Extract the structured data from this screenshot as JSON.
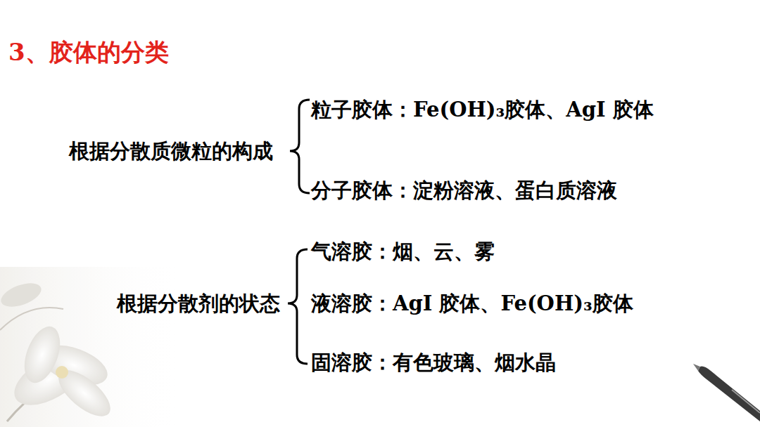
{
  "diagram": {
    "title": "3、胶体的分类",
    "labels": [
      "根据分散质微粒的构成",
      "粒子胶体：Fe(OH)₃胶体、AgI 胶体",
      "分子胶体：淀粉溶液、蛋白质溶液",
      "根据分散剂的状态",
      "气溶胶：烟、云、雾",
      "液溶胶：AgI 胶体、Fe(OH)₃胶体",
      "固溶胶：有色玻璃、烟水晶"
    ]
  }
}
